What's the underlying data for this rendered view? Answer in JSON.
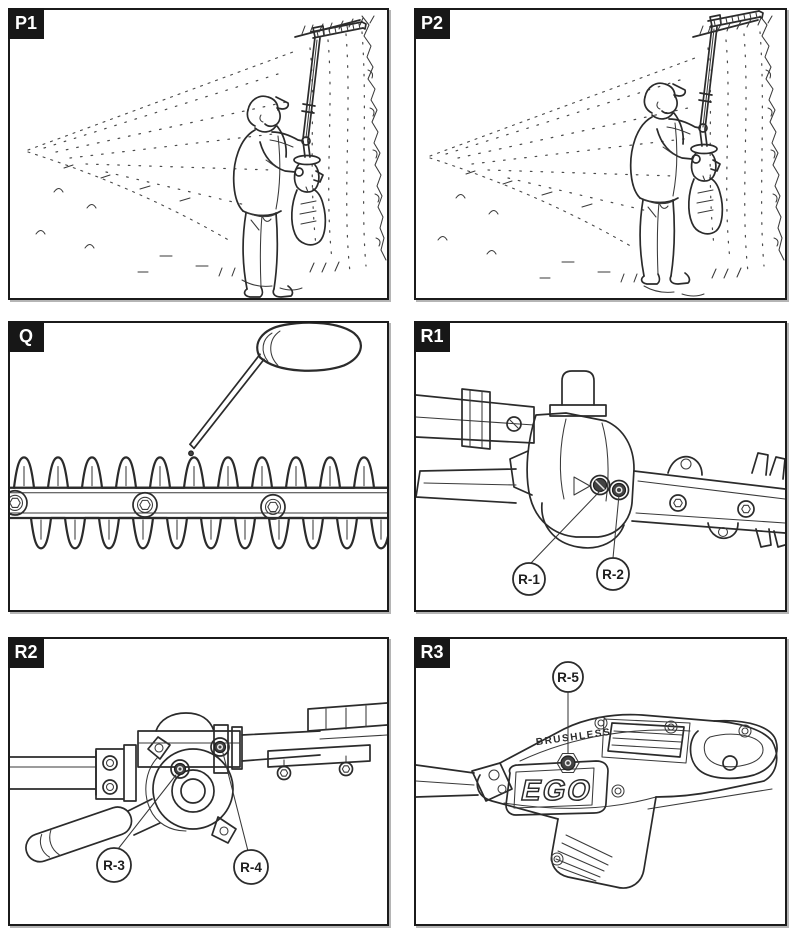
{
  "page": {
    "background": "#ffffff",
    "line_color": "#2b2b2b",
    "panel_border_color": "#1b1b1b",
    "label_box_bg": "#171717",
    "label_box_fg": "#ffffff"
  },
  "panels": {
    "p1": {
      "label": "P1"
    },
    "p2": {
      "label": "P2"
    },
    "q": {
      "label": "Q"
    },
    "r1": {
      "label": "R1",
      "callouts": {
        "c1": "R-1",
        "c2": "R-2"
      }
    },
    "r2": {
      "label": "R2",
      "callouts": {
        "c1": "R-3",
        "c2": "R-4"
      }
    },
    "r3": {
      "label": "R3",
      "callouts": {
        "c1": "R-5"
      },
      "brand": "EGO",
      "motor_label": "BRUSHLESS"
    }
  }
}
